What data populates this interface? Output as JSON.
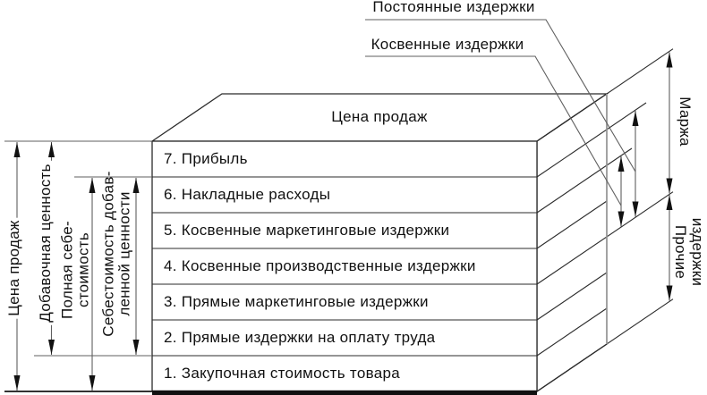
{
  "top_callouts": [
    {
      "label": "Постоянные издержки"
    },
    {
      "label": "Косвенные издержки"
    }
  ],
  "box": {
    "top_label": "Цена продаж",
    "layers": [
      "7. Прибыль",
      "6. Накладные расходы",
      "5. Косвенные маркетинговые издержки",
      "4. Косвенные производственные издержки",
      "3. Прямые маркетинговые издержки",
      "2. Прямые издержки на оплату труда",
      "1. Закупочная стоимость товара"
    ]
  },
  "left_dimensions": [
    {
      "lines": [
        "Цена продаж"
      ]
    },
    {
      "lines": [
        "Добавочная ценность"
      ]
    },
    {
      "lines": [
        "Полная себе-",
        "стоимость"
      ]
    },
    {
      "lines": [
        "Себестоимость добав-",
        "ленной ценности"
      ]
    }
  ],
  "right_dimensions": [
    {
      "lines": [
        "Маржа"
      ]
    },
    {
      "lines": [
        "Прочие",
        "издержки"
      ]
    }
  ],
  "colors": {
    "line": "#2b2b2b",
    "dim_line": "#5f5f5f",
    "back_edge": "#9b9b9b",
    "arrow": "#111111",
    "band": "#111111",
    "text": "#111111"
  }
}
